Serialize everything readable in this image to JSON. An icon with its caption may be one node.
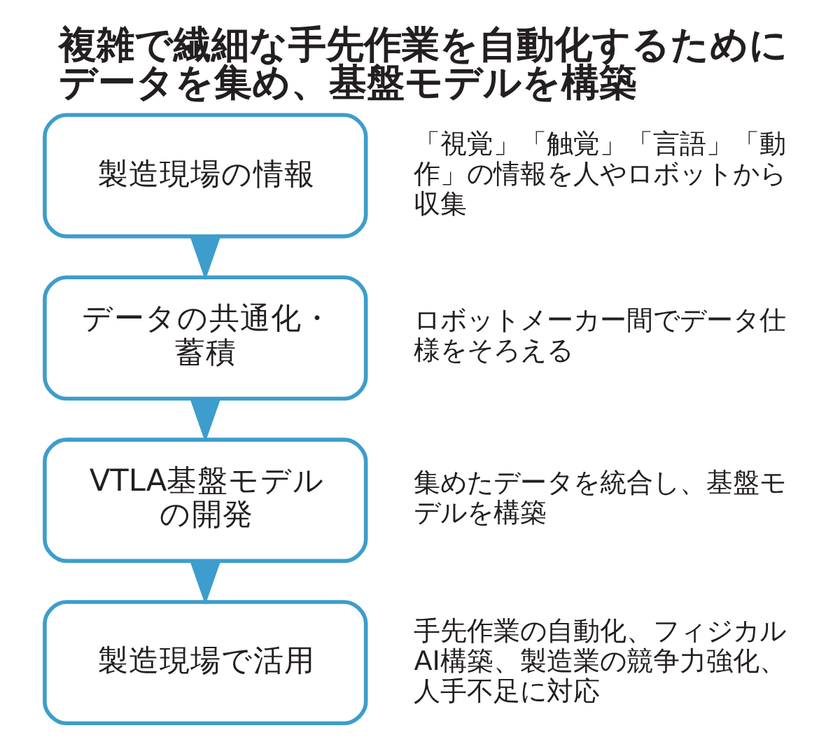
{
  "diagram": {
    "title": "複雑で繊細な手先作業を自動化するためにデータを集め、基盤モデルを構築",
    "nodes": [
      {
        "text": [
          "製造現場の情報"
        ],
        "beside": [
          "「視覚」「触覚」「言語」「動作」の情報を人やロボットから収集"
        ]
      },
      {
        "text": [
          "データの共通化・蓄積"
        ],
        "beside": [
          "ロボットメーカー間でデータ仕様をそろえる"
        ]
      },
      {
        "text": [
          "VTLA基盤モデルの開発"
        ],
        "beside": [
          "集めたデータを統合し、基盤モデルを構築"
        ]
      },
      {
        "text": [
          "製造現場で活用"
        ],
        "beside": [
          "手先作業の自動化、フィジカルAI構築、製造業の競争力強化、人手不足に対応"
        ]
      }
    ],
    "edges": [
      {
        "from": 0,
        "to": 1,
        "arrow": "to"
      },
      {
        "from": 1,
        "to": 2,
        "arrow": "to"
      },
      {
        "from": 2,
        "to": 3,
        "arrow": "to"
      }
    ]
  }
}
